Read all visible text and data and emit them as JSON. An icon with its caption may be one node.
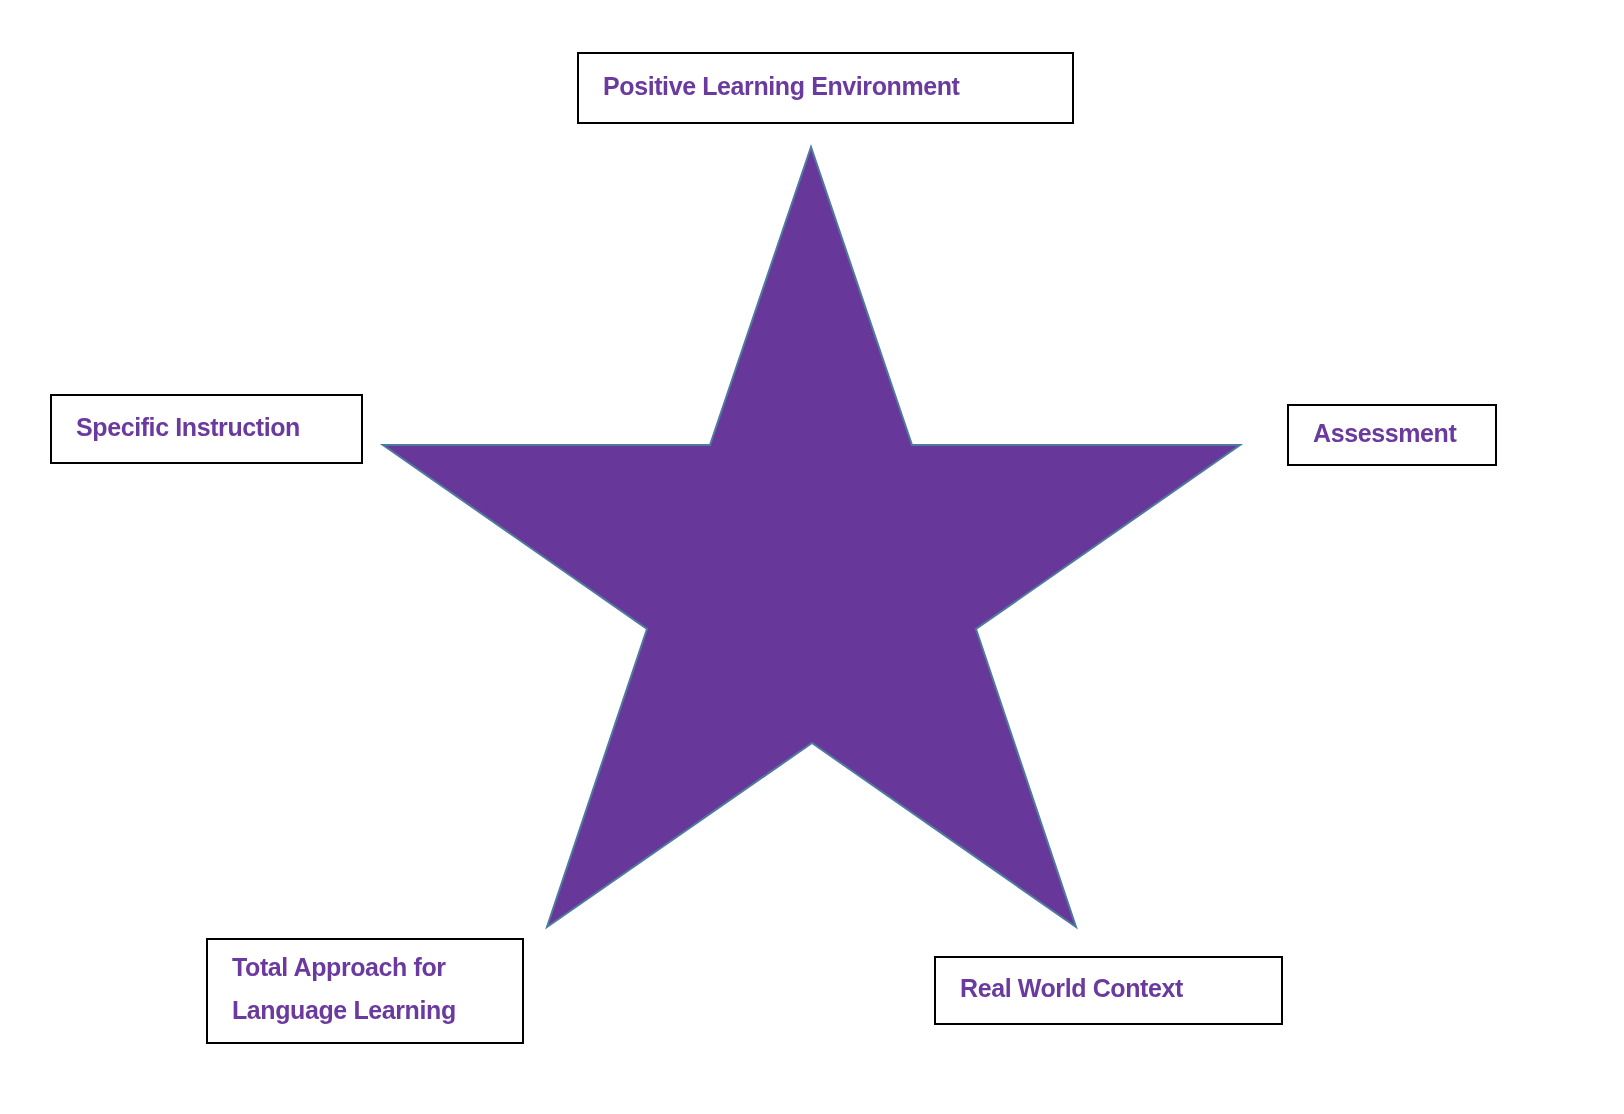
{
  "diagram": {
    "nodes": [
      {
        "text": [
          "Positive Learning Environment"
        ]
      },
      {
        "text": [
          "Specific Instruction"
        ]
      },
      {
        "text": [
          "Assessment"
        ]
      },
      {
        "text": [
          "Total Approach for Language Learning"
        ]
      },
      {
        "text": [
          "Real World Context"
        ]
      },
      {
        "text": [],
        "shape": "star"
      }
    ]
  }
}
